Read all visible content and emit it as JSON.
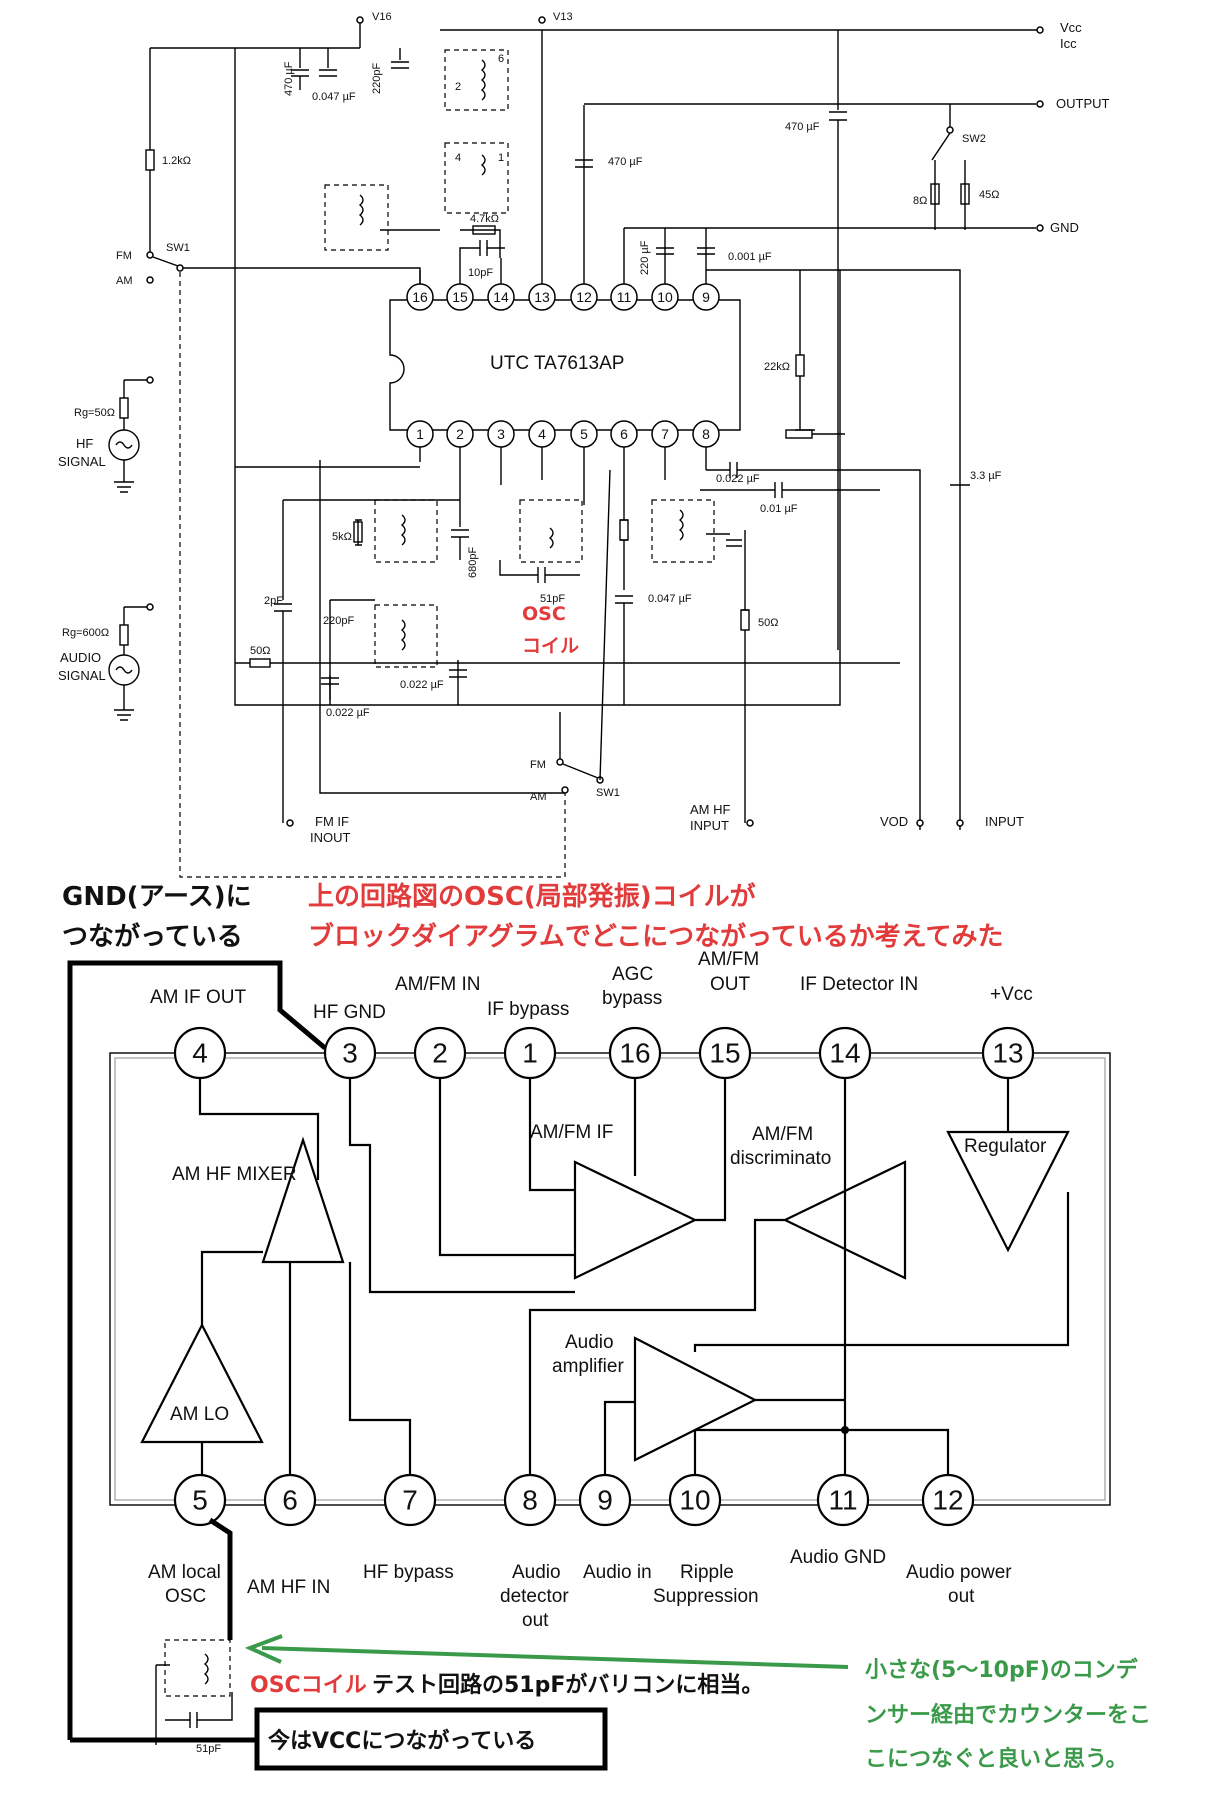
{
  "schematic": {
    "chip_label": "UTC TA7613AP",
    "top_pins": [
      "16",
      "15",
      "14",
      "13",
      "12",
      "11",
      "10",
      "9"
    ],
    "bottom_pins": [
      "1",
      "2",
      "3",
      "4",
      "5",
      "6",
      "7",
      "8"
    ],
    "rails": {
      "v16": "V16",
      "v13": "V13"
    },
    "right_labels": {
      "vcc": "Vcc",
      "icc": "Icc",
      "output": "OUTPUT",
      "gnd": "GND",
      "sw2": "SW2"
    },
    "left_labels": {
      "fm": "FM",
      "am": "AM",
      "sw1": "SW1",
      "hf_rg": "Rg=50Ω",
      "hf_signal_1": "HF",
      "hf_signal_2": "SIGNAL",
      "audio_rg": "Rg=600Ω",
      "audio_signal_1": "AUDIO",
      "audio_signal_2": "SIGNAL"
    },
    "components": {
      "c470_top": "470 µF",
      "c0047": "0.047 µF",
      "c220_top": "220pF",
      "r12k": "1.2kΩ",
      "r47k": "4.7kΩ",
      "c10p": "10pF",
      "c470_mid": "470 µF",
      "c470_right": "470 µF",
      "r8": "8Ω",
      "r45": "45Ω",
      "c220_right": "220 µF",
      "c0001": "0.001 µF",
      "r22k": "22kΩ",
      "c0022_r": "0.022 µF",
      "c001": "0.01 µF",
      "c33": "3.3 µF",
      "r5k": "5kΩ",
      "c680": "680pF",
      "c51": "51pF",
      "c2p": "2pF",
      "c220_bot": "220pF",
      "c0047_b": "0.047 µF",
      "r50_r": "50Ω",
      "r50_l": "50Ω",
      "c0022_b1": "0.022 µF",
      "c0022_b2": "0.022 µF"
    },
    "bottom_labels": {
      "fm": "FM",
      "am": "AM",
      "sw1": "SW1",
      "fm_if_1": "FM IF",
      "fm_if_2": "INOUT",
      "am_hf_1": "AM HF",
      "am_hf_2": "INPUT",
      "vod": "VOD",
      "input": "INPUT"
    },
    "osc_1": "OSC",
    "osc_2": "コイル"
  },
  "annotations": {
    "gnd_1": "GND(アース)に",
    "gnd_2": "つながっている",
    "title_1": "上の回路図のOSC(局部発振)コイルが",
    "title_2": "ブロックダイアグラムでどこにつながっているか考えてみた",
    "osc_test_red": "OSCコイル",
    "osc_test_black": "テスト回路の51pFがバリコンに相当。",
    "vcc_note": "今はVCCにつながっている",
    "counter_1": "小さな(5〜10pF)のコンデ",
    "counter_2": "ンサー経由でカウンターをこ",
    "counter_3": "こにつなぐと良いと思う。"
  },
  "block": {
    "top_pins": [
      {
        "num": "4",
        "label": [
          "AM IF OUT"
        ]
      },
      {
        "num": "3",
        "label": [
          "HF GND"
        ]
      },
      {
        "num": "2",
        "label": [
          "AM/FM IN"
        ]
      },
      {
        "num": "1",
        "label": [
          "IF bypass"
        ]
      },
      {
        "num": "16",
        "label": [
          "AGC",
          "bypass"
        ]
      },
      {
        "num": "15",
        "label": [
          "AM/FM",
          "OUT"
        ]
      },
      {
        "num": "14",
        "label": [
          "IF Detector  IN"
        ]
      },
      {
        "num": "13",
        "label": [
          "+Vcc"
        ]
      }
    ],
    "bottom_pins": [
      {
        "num": "5",
        "label": [
          "AM local",
          "OSC"
        ]
      },
      {
        "num": "6",
        "label": [
          "AM HF IN"
        ]
      },
      {
        "num": "7",
        "label": [
          "HF bypass"
        ]
      },
      {
        "num": "8",
        "label": [
          "Audio",
          "detector",
          "out"
        ]
      },
      {
        "num": "9",
        "label": [
          "Audio in"
        ]
      },
      {
        "num": "10",
        "label": [
          "Ripple",
          "Suppression"
        ]
      },
      {
        "num": "11",
        "label": [
          "Audio GND"
        ]
      },
      {
        "num": "12",
        "label": [
          "Audio power",
          "out"
        ]
      }
    ],
    "blocks": {
      "am_hf_mixer": "AM HF MIXER",
      "am_lo": "AM LO",
      "am_fm_if": "AM/FM IF",
      "discriminator": "AM/FM\ndiscriminato",
      "disc_1": "AM/FM",
      "disc_2": "discriminato",
      "regulator": "Regulator",
      "audio_amp_1": "Audio",
      "audio_amp_2": "amplifier"
    },
    "coil_cap": "51pF"
  },
  "colors": {
    "red": "#e23b3b",
    "green": "#3a9a4a",
    "black": "#111111"
  }
}
